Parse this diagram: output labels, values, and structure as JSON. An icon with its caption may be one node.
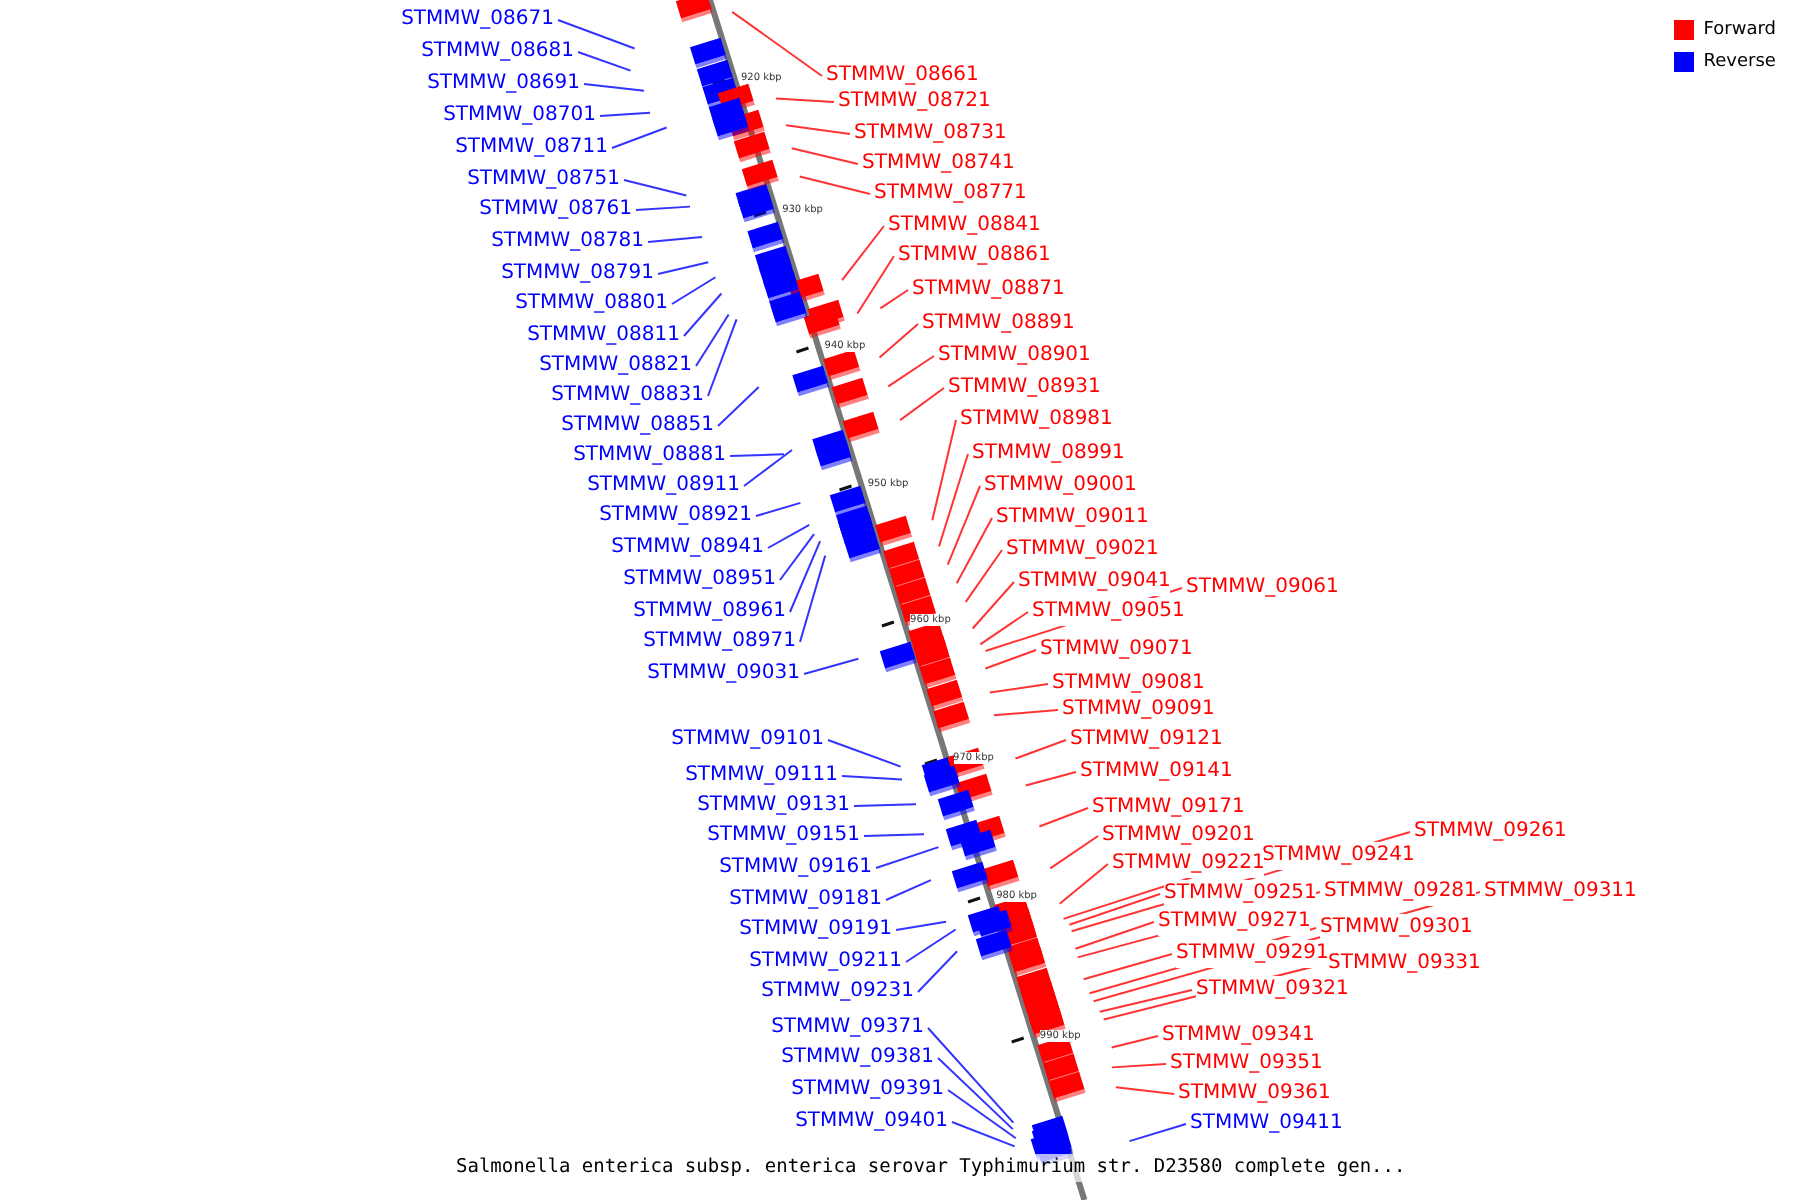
{
  "diagram": {
    "caption": "Salmonella enterica subsp. enterica serovar Typhimurium str. D23580 complete gen...",
    "nodes": [
      {
        "text": [
          "STMMW_08671"
        ]
      },
      {
        "text": [
          "STMMW_08681"
        ]
      },
      {
        "text": [
          "STMMW_08661"
        ]
      },
      {
        "text": [
          "STMMW_08691"
        ]
      },
      {
        "text": [
          "STMMW_08721"
        ]
      },
      {
        "text": [
          "STMMW_08701"
        ]
      },
      {
        "text": [
          "STMMW_08731"
        ]
      },
      {
        "text": [
          "STMMW_08711"
        ]
      },
      {
        "text": [
          "STMMW_08741"
        ]
      },
      {
        "text": [
          "STMMW_08751"
        ]
      },
      {
        "text": [
          "STMMW_08771"
        ]
      },
      {
        "text": [
          "STMMW_08761"
        ]
      },
      {
        "text": [
          "STMMW_08841"
        ]
      },
      {
        "text": [
          "STMMW_08781"
        ]
      },
      {
        "text": [
          "STMMW_08861"
        ]
      },
      {
        "text": [
          "STMMW_08791"
        ]
      },
      {
        "text": [
          "STMMW_08871"
        ]
      },
      {
        "text": [
          "STMMW_08801"
        ]
      },
      {
        "text": [
          "STMMW_08891"
        ]
      },
      {
        "text": [
          "STMMW_08811"
        ]
      },
      {
        "text": [
          "STMMW_08901"
        ]
      },
      {
        "text": [
          "STMMW_08821"
        ]
      },
      {
        "text": [
          "STMMW_08931"
        ]
      },
      {
        "text": [
          "STMMW_08831"
        ]
      },
      {
        "text": [
          "STMMW_08981"
        ]
      },
      {
        "text": [
          "STMMW_08851"
        ]
      },
      {
        "text": [
          "STMMW_08991"
        ]
      },
      {
        "text": [
          "STMMW_08881"
        ]
      },
      {
        "text": [
          "STMMW_09001"
        ]
      },
      {
        "text": [
          "STMMW_08911"
        ]
      },
      {
        "text": [
          "STMMW_08921"
        ]
      },
      {
        "text": [
          "STMMW_09011"
        ]
      },
      {
        "text": [
          "STMMW_08941"
        ]
      },
      {
        "text": [
          "STMMW_09021"
        ]
      },
      {
        "text": [
          "STMMW_08951"
        ]
      },
      {
        "text": [
          "STMMW_09041"
        ]
      },
      {
        "text": [
          "STMMW_09061"
        ]
      },
      {
        "text": [
          "STMMW_09051"
        ]
      },
      {
        "text": [
          "STMMW_08961"
        ]
      },
      {
        "text": [
          "STMMW_08971"
        ]
      },
      {
        "text": [
          "STMMW_09071"
        ]
      },
      {
        "text": [
          "STMMW_09031"
        ]
      },
      {
        "text": [
          "STMMW_09081"
        ]
      },
      {
        "text": [
          "STMMW_09091"
        ]
      },
      {
        "text": [
          "STMMW_09101"
        ]
      },
      {
        "text": [
          "STMMW_09121"
        ]
      },
      {
        "text": [
          "STMMW_09141"
        ]
      },
      {
        "text": [
          "STMMW_09111"
        ]
      },
      {
        "text": [
          "STMMW_09131"
        ]
      },
      {
        "text": [
          "STMMW_09171"
        ]
      },
      {
        "text": [
          "STMMW_09261"
        ]
      },
      {
        "text": [
          "STMMW_09151"
        ]
      },
      {
        "text": [
          "STMMW_09201"
        ]
      },
      {
        "text": [
          "STMMW_09241"
        ]
      },
      {
        "text": [
          "STMMW_09221"
        ]
      },
      {
        "text": [
          "STMMW_09161"
        ]
      },
      {
        "text": [
          "STMMW_09251"
        ]
      },
      {
        "text": [
          "STMMW_09281"
        ]
      },
      {
        "text": [
          "STMMW_09311"
        ]
      },
      {
        "text": [
          "STMMW_09181"
        ]
      },
      {
        "text": [
          "STMMW_09271"
        ]
      },
      {
        "text": [
          "STMMW_09301"
        ]
      },
      {
        "text": [
          "STMMW_09191"
        ]
      },
      {
        "text": [
          "STMMW_09291"
        ]
      },
      {
        "text": [
          "STMMW_09211"
        ]
      },
      {
        "text": [
          "STMMW_09331"
        ]
      },
      {
        "text": [
          "STMMW_09321"
        ]
      },
      {
        "text": [
          "STMMW_09231"
        ]
      },
      {
        "text": [
          "STMMW_09371"
        ]
      },
      {
        "text": [
          "STMMW_09341"
        ]
      },
      {
        "text": [
          "STMMW_09381"
        ]
      },
      {
        "text": [
          "STMMW_09351"
        ]
      },
      {
        "text": [
          "STMMW_09391"
        ]
      },
      {
        "text": [
          "STMMW_09361"
        ]
      },
      {
        "text": [
          "STMMW_09401"
        ]
      },
      {
        "text": [
          "STMMW_09411"
        ]
      }
    ],
    "edges": [
      {
        "from": 0,
        "to": null,
        "arrow": "none",
        "color": "#0000ff"
      },
      {
        "from": 1,
        "to": null,
        "arrow": "none",
        "color": "#0000ff"
      },
      {
        "from": 2,
        "to": null,
        "arrow": "none"
      },
      {
        "from": 3,
        "to": null,
        "arrow": "none",
        "color": "#0000ff"
      },
      {
        "from": 4,
        "to": null,
        "arrow": "none"
      },
      {
        "from": 5,
        "to": null,
        "arrow": "none",
        "color": "#0000ff"
      },
      {
        "from": 6,
        "to": null,
        "arrow": "none"
      },
      {
        "from": 7,
        "to": null,
        "arrow": "none",
        "color": "#0000ff"
      },
      {
        "from": 8,
        "to": null,
        "arrow": "none"
      },
      {
        "from": 9,
        "to": null,
        "arrow": "none",
        "color": "#0000ff"
      },
      {
        "from": 10,
        "to": null,
        "arrow": "none"
      },
      {
        "from": 11,
        "to": null,
        "arrow": "none",
        "color": "#0000ff"
      },
      {
        "from": 12,
        "to": null,
        "arrow": "none"
      },
      {
        "from": 13,
        "to": null,
        "arrow": "none",
        "color": "#0000ff"
      },
      {
        "from": 14,
        "to": null,
        "arrow": "none"
      },
      {
        "from": 15,
        "to": null,
        "arrow": "none",
        "color": "#0000ff"
      },
      {
        "from": 16,
        "to": null,
        "arrow": "none"
      },
      {
        "from": 17,
        "to": null,
        "arrow": "none",
        "color": "#0000ff"
      },
      {
        "from": 18,
        "to": null,
        "arrow": "none"
      },
      {
        "from": 19,
        "to": null,
        "arrow": "none",
        "color": "#0000ff"
      },
      {
        "from": 20,
        "to": null,
        "arrow": "none"
      },
      {
        "from": 21,
        "to": null,
        "arrow": "none",
        "color": "#0000ff"
      },
      {
        "from": 22,
        "to": null,
        "arrow": "none"
      },
      {
        "from": 23,
        "to": null,
        "arrow": "none",
        "color": "#0000ff"
      },
      {
        "from": 24,
        "to": null,
        "arrow": "none"
      },
      {
        "from": 25,
        "to": null,
        "arrow": "none",
        "color": "#0000ff"
      },
      {
        "from": 26,
        "to": null,
        "arrow": "none"
      },
      {
        "from": 27,
        "to": null,
        "arrow": "none",
        "color": "#0000ff"
      },
      {
        "from": 28,
        "to": null,
        "arrow": "none"
      },
      {
        "from": 29,
        "to": null,
        "arrow": "none",
        "color": "#0000ff"
      },
      {
        "from": 30,
        "to": null,
        "arrow": "none",
        "color": "#0000ff"
      },
      {
        "from": 31,
        "to": null,
        "arrow": "none"
      },
      {
        "from": 32,
        "to": null,
        "arrow": "none",
        "color": "#0000ff"
      },
      {
        "from": 33,
        "to": null,
        "arrow": "none"
      },
      {
        "from": 34,
        "to": null,
        "arrow": "none",
        "color": "#0000ff"
      },
      {
        "from": 35,
        "to": null,
        "arrow": "none"
      },
      {
        "from": 36,
        "to": null,
        "arrow": "none"
      },
      {
        "from": 37,
        "to": null,
        "arrow": "none"
      },
      {
        "from": 38,
        "to": null,
        "arrow": "none",
        "color": "#0000ff"
      },
      {
        "from": 39,
        "to": null,
        "arrow": "none",
        "color": "#0000ff"
      },
      {
        "from": 40,
        "to": null,
        "arrow": "none"
      },
      {
        "from": 41,
        "to": null,
        "arrow": "none",
        "color": "#0000ff"
      },
      {
        "from": 42,
        "to": null,
        "arrow": "none"
      },
      {
        "from": 43,
        "to": null,
        "arrow": "none"
      },
      {
        "from": 44,
        "to": null,
        "arrow": "none",
        "color": "#0000ff"
      },
      {
        "from": 45,
        "to": null,
        "arrow": "none"
      },
      {
        "from": 46,
        "to": null,
        "arrow": "none"
      },
      {
        "from": 47,
        "to": null,
        "arrow": "none",
        "color": "#0000ff"
      },
      {
        "from": 48,
        "to": null,
        "arrow": "none",
        "color": "#0000ff"
      },
      {
        "from": 49,
        "to": null,
        "arrow": "none"
      },
      {
        "from": 50,
        "to": null,
        "arrow": "none"
      },
      {
        "from": 51,
        "to": null,
        "arrow": "none",
        "color": "#0000ff"
      },
      {
        "from": 52,
        "to": null,
        "arrow": "none"
      },
      {
        "from": 53,
        "to": null,
        "arrow": "none"
      },
      {
        "from": 54,
        "to": null,
        "arrow": "none"
      },
      {
        "from": 55,
        "to": null,
        "arrow": "none",
        "color": "#0000ff"
      },
      {
        "from": 56,
        "to": null,
        "arrow": "none"
      },
      {
        "from": 57,
        "to": null,
        "arrow": "none"
      },
      {
        "from": 58,
        "to": null,
        "arrow": "none"
      },
      {
        "from": 59,
        "to": null,
        "arrow": "none",
        "color": "#0000ff"
      },
      {
        "from": 60,
        "to": null,
        "arrow": "none"
      },
      {
        "from": 61,
        "to": null,
        "arrow": "none"
      },
      {
        "from": 62,
        "to": null,
        "arrow": "none",
        "color": "#0000ff"
      },
      {
        "from": 63,
        "to": null,
        "arrow": "none"
      },
      {
        "from": 64,
        "to": null,
        "arrow": "none",
        "color": "#0000ff"
      },
      {
        "from": 65,
        "to": null,
        "arrow": "none"
      },
      {
        "from": 66,
        "to": null,
        "arrow": "none"
      },
      {
        "from": 67,
        "to": null,
        "arrow": "none",
        "color": "#0000ff"
      },
      {
        "from": 68,
        "to": null,
        "arrow": "none",
        "color": "#0000ff"
      },
      {
        "from": 69,
        "to": null,
        "arrow": "none"
      },
      {
        "from": 70,
        "to": null,
        "arrow": "none",
        "color": "#0000ff"
      },
      {
        "from": 71,
        "to": null,
        "arrow": "none"
      },
      {
        "from": 72,
        "to": null,
        "arrow": "none",
        "color": "#0000ff"
      },
      {
        "from": 73,
        "to": null,
        "arrow": "none"
      },
      {
        "from": 74,
        "to": null,
        "arrow": "none",
        "color": "#0000ff"
      },
      {
        "from": 75,
        "to": null,
        "arrow": "none",
        "color": "#0000ff"
      }
    ],
    "labels": [
      "920 kbp",
      "930 kbp",
      "940 kbp",
      "950 kbp",
      "960 kbp",
      "970 kbp",
      "980 kbp",
      "990 kbp"
    ],
    "legend": [
      {
        "text": "Forward",
        "color": "#ff0000"
      },
      {
        "text": "Reverse",
        "color": "#0000ff"
      }
    ]
  }
}
